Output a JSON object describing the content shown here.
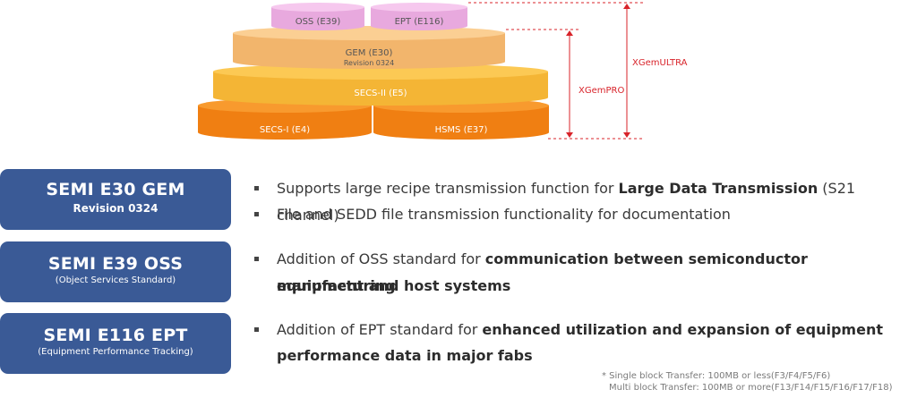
{
  "stack": {
    "layers": [
      {
        "id": "oss",
        "label": "OSS (E39)"
      },
      {
        "id": "ept",
        "label": "EPT (E116)"
      },
      {
        "id": "gem",
        "label": "GEM (E30)",
        "sub": "Revision 0324"
      },
      {
        "id": "secs2",
        "label": "SECS-II (E5)"
      },
      {
        "id": "secs1",
        "label": "SECS-I (E4)"
      },
      {
        "id": "hsms",
        "label": "HSMS (E37)"
      }
    ],
    "products": [
      {
        "id": "pro",
        "label": "XGemPRO"
      },
      {
        "id": "ultra",
        "label": "XGemULTRA"
      }
    ],
    "colors": {
      "pink": "#f6c8ee",
      "pink_dark": "#e8a9de",
      "peach": "#fbcf93",
      "peach_dark": "#f2b56c",
      "yellow": "#fcc954",
      "yellow_dark": "#f4b535",
      "orange": "#f89a2e",
      "orange_dark": "#f07f12",
      "bracket": "#d8232a"
    }
  },
  "sections": [
    {
      "title": "SEMI E30 GEM",
      "subtitle": "Revision 0324",
      "bullets": [
        {
          "pre": "Supports large recipe transmission function for ",
          "bold": "Large Data Transmission",
          "post": " (S21 channel)"
        },
        {
          "pre": "File and SEDD file transmission functionality for documentation",
          "bold": "",
          "post": ""
        }
      ]
    },
    {
      "title": "SEMI E39 OSS",
      "subtitle": "(Object Services Standard)",
      "bullets": [
        {
          "pre": "Addition of OSS standard for ",
          "bold": "communication between semiconductor manufacturing",
          "post": ""
        },
        {
          "pre": "",
          "bold": "equipment and host systems",
          "post": ""
        }
      ]
    },
    {
      "title": "SEMI E116 EPT",
      "subtitle": "(Equipment Performance Tracking)",
      "bullets": [
        {
          "pre": "Addition of EPT standard for ",
          "bold": "enhanced utilization and expansion of equipment",
          "post": ""
        },
        {
          "pre": "",
          "bold": "performance data in major fabs",
          "post": ""
        }
      ]
    }
  ],
  "footnote": {
    "line1": "* Single block Transfer:  100MB or less(F3/F4/F5/F6)",
    "line2": "Multi block Transfer: 100MB or more(F13/F14/F15/F16/F17/F18)"
  }
}
